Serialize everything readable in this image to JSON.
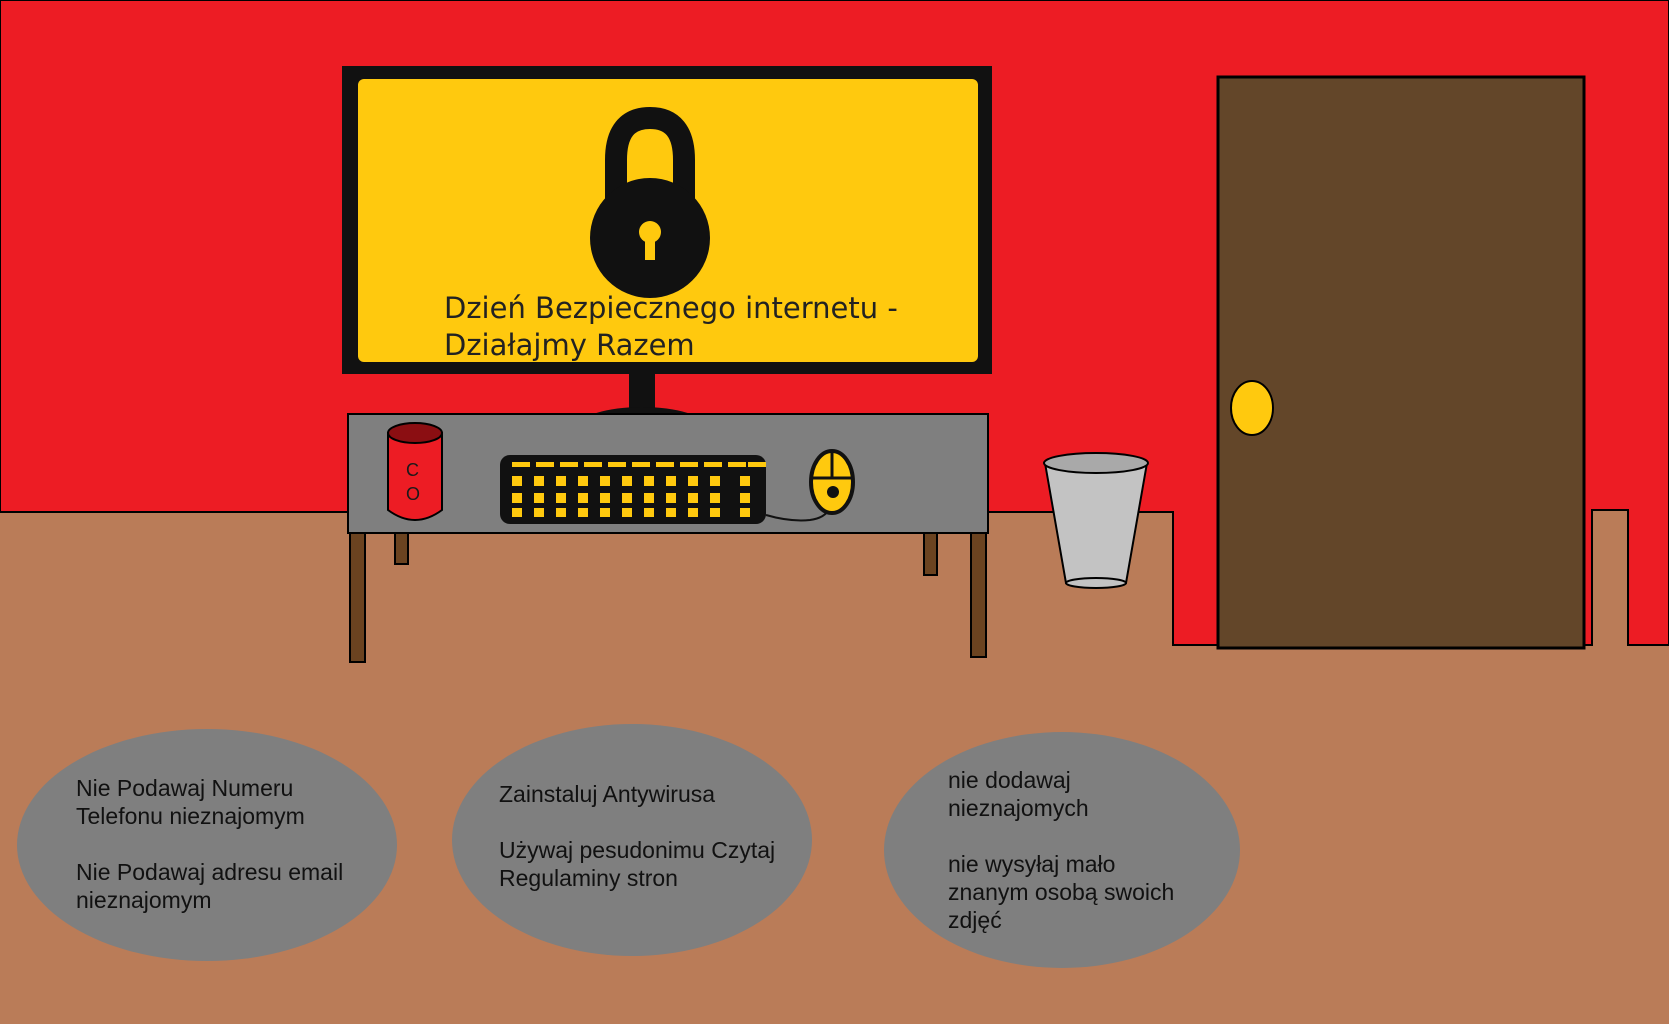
{
  "screen": {
    "title_line1": "Dzień Bezpiecznego internetu -",
    "title_line2": "Działajmy Razem"
  },
  "can": {
    "letter_top": "C",
    "letter_bottom": "O"
  },
  "tips": [
    {
      "line_a": "Nie Podawaj Numeru Telefonu nieznajomym",
      "line_b": "Nie Podawaj adresu email nieznajomym"
    },
    {
      "line_a": "Zainstaluj Antywirusa",
      "line_b": "Używaj pesudonimu Czytaj Regulaminy stron"
    },
    {
      "line_a": "nie dodawaj nieznajomych",
      "line_b": "nie wysyłaj mało znanym osobą swoich zdjęć"
    }
  ],
  "colors": {
    "wall": "#ed1c24",
    "floor": "#ba7c58",
    "screen": "#ffc90e",
    "door": "#634629",
    "door_knob": "#ffc90e",
    "desk": "#7f7f7f",
    "bubble": "#7f7f7f",
    "bin": "#c3c3c3"
  }
}
